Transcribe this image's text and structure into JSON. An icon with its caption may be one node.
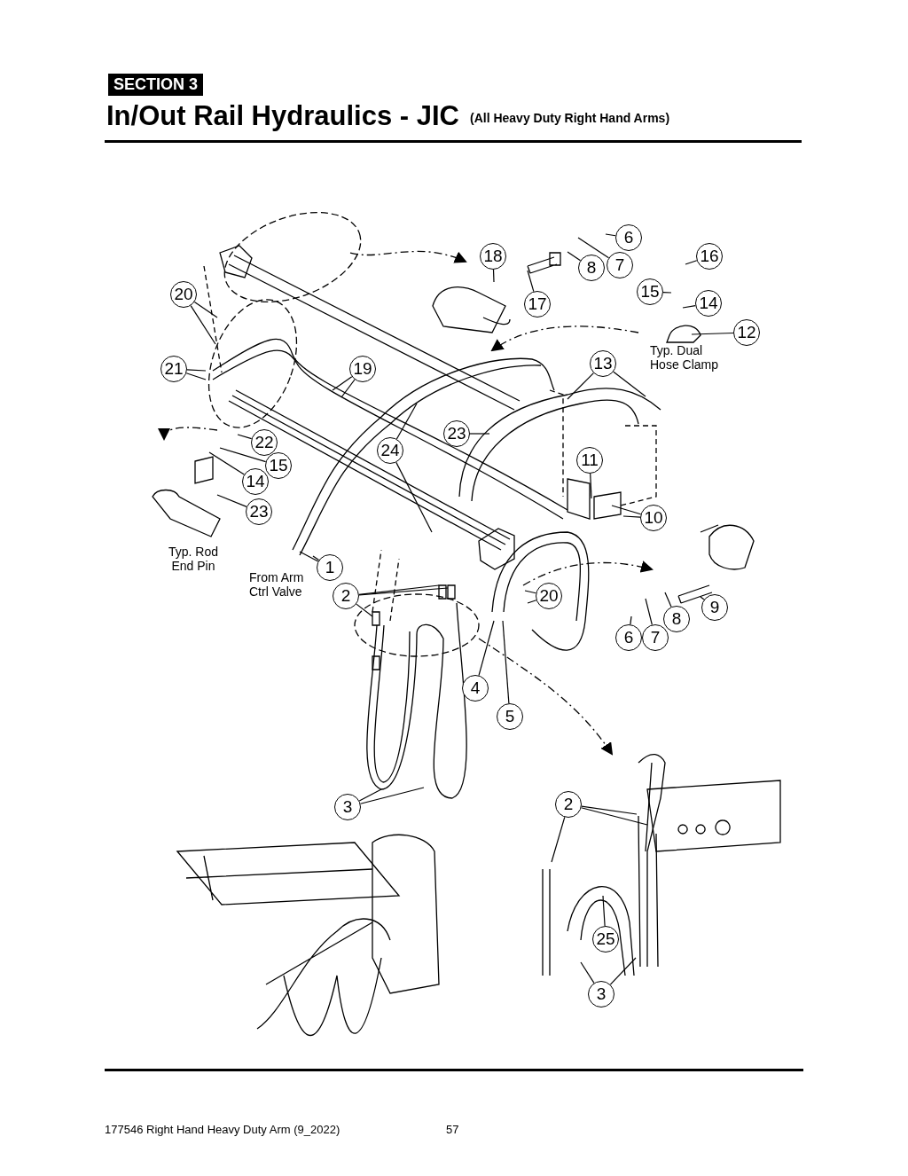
{
  "diagram": {
    "title": "In/Out Rail Hydraulics - JIC",
    "nodes": [
      {
        "text": [
          "6"
        ]
      },
      {
        "text": [
          "18"
        ]
      },
      {
        "text": [
          "16"
        ]
      },
      {
        "text": [
          "8"
        ]
      },
      {
        "text": [
          "7"
        ]
      },
      {
        "text": [
          "20"
        ]
      },
      {
        "text": [
          "15"
        ]
      },
      {
        "text": [
          "17"
        ]
      },
      {
        "text": [
          "14"
        ]
      },
      {
        "text": [
          "12"
        ]
      },
      {
        "text": [
          "13"
        ]
      },
      {
        "text": [
          "21"
        ]
      },
      {
        "text": [
          "19"
        ]
      },
      {
        "text": [
          "23"
        ]
      },
      {
        "text": [
          "22"
        ]
      },
      {
        "text": [
          "24"
        ]
      },
      {
        "text": [
          "15"
        ]
      },
      {
        "text": [
          "11"
        ]
      },
      {
        "text": [
          "14"
        ]
      },
      {
        "text": [
          "23"
        ]
      },
      {
        "text": [
          "10"
        ]
      },
      {
        "text": [
          "1"
        ]
      },
      {
        "text": [
          "2"
        ]
      },
      {
        "text": [
          "20"
        ]
      },
      {
        "text": [
          "9"
        ]
      },
      {
        "text": [
          "8"
        ]
      },
      {
        "text": [
          "6"
        ]
      },
      {
        "text": [
          "7"
        ]
      },
      {
        "text": [
          "4"
        ]
      },
      {
        "text": [
          "5"
        ]
      },
      {
        "text": [
          "3"
        ]
      },
      {
        "text": [
          "2"
        ]
      },
      {
        "text": [
          "25"
        ]
      },
      {
        "text": [
          "3"
        ]
      }
    ],
    "edges": [
      {
        "from": 0,
        "to": null,
        "arrow": "none"
      },
      {
        "from": 1,
        "to": null,
        "arrow": "none"
      },
      {
        "from": 2,
        "to": null,
        "arrow": "none"
      },
      {
        "from": 3,
        "to": null,
        "arrow": "none"
      },
      {
        "from": 4,
        "to": null,
        "arrow": "none"
      },
      {
        "from": 5,
        "to": null,
        "arrow": "none"
      },
      {
        "from": 5,
        "to": null,
        "arrow": "none"
      },
      {
        "from": 6,
        "to": null,
        "arrow": "none"
      },
      {
        "from": 7,
        "to": null,
        "arrow": "none"
      },
      {
        "from": 8,
        "to": null,
        "arrow": "none"
      },
      {
        "from": 9,
        "to": null,
        "arrow": "none"
      },
      {
        "from": 10,
        "to": null,
        "arrow": "none"
      },
      {
        "from": 10,
        "to": null,
        "arrow": "none"
      },
      {
        "from": 11,
        "to": null,
        "arrow": "none"
      },
      {
        "from": 11,
        "to": null,
        "arrow": "none"
      },
      {
        "from": 12,
        "to": null,
        "arrow": "none"
      },
      {
        "from": 12,
        "to": null,
        "arrow": "none"
      },
      {
        "from": 13,
        "to": null,
        "arrow": "none"
      },
      {
        "from": 14,
        "to": null,
        "arrow": "none"
      },
      {
        "from": 15,
        "to": null,
        "arrow": "none"
      },
      {
        "from": 15,
        "to": null,
        "arrow": "none"
      },
      {
        "from": 16,
        "to": null,
        "arrow": "none"
      },
      {
        "from": 17,
        "to": null,
        "arrow": "none"
      },
      {
        "from": 18,
        "to": null,
        "arrow": "none"
      },
      {
        "from": 19,
        "to": null,
        "arrow": "none"
      },
      {
        "from": 20,
        "to": null,
        "arrow": "none"
      },
      {
        "from": 20,
        "to": null,
        "arrow": "none"
      },
      {
        "from": 21,
        "to": null,
        "arrow": "none"
      },
      {
        "from": 21,
        "to": null,
        "arrow": "none"
      },
      {
        "from": 22,
        "to": null,
        "arrow": "none"
      },
      {
        "from": 22,
        "to": null,
        "arrow": "none"
      },
      {
        "from": 22,
        "to": null,
        "arrow": "none"
      },
      {
        "from": 23,
        "to": null,
        "arrow": "none"
      },
      {
        "from": 23,
        "to": null,
        "arrow": "none"
      },
      {
        "from": 24,
        "to": null,
        "arrow": "none"
      },
      {
        "from": 25,
        "to": null,
        "arrow": "none"
      },
      {
        "from": 26,
        "to": null,
        "arrow": "none"
      },
      {
        "from": 27,
        "to": null,
        "arrow": "none"
      },
      {
        "from": 28,
        "to": null,
        "arrow": "none"
      },
      {
        "from": 29,
        "to": null,
        "arrow": "none"
      },
      {
        "from": 30,
        "to": null,
        "arrow": "none"
      },
      {
        "from": 30,
        "to": null,
        "arrow": "none"
      },
      {
        "from": 31,
        "to": null,
        "arrow": "none"
      },
      {
        "from": 31,
        "to": null,
        "arrow": "none"
      },
      {
        "from": 31,
        "to": null,
        "arrow": "none"
      },
      {
        "from": 32,
        "to": null,
        "arrow": "none"
      },
      {
        "from": 33,
        "to": null,
        "arrow": "none"
      },
      {
        "from": 33,
        "to": null,
        "arrow": "none"
      }
    ],
    "labels": [
      "SECTION 3",
      "(All Heavy Duty Right Hand Arms)",
      "Typ. Dual Hose Clamp",
      "Typ. Rod End Pin",
      "From Arm Ctrl Valve",
      "177546 Right Hand Heavy Duty Arm (9_2022)",
      "57"
    ]
  }
}
